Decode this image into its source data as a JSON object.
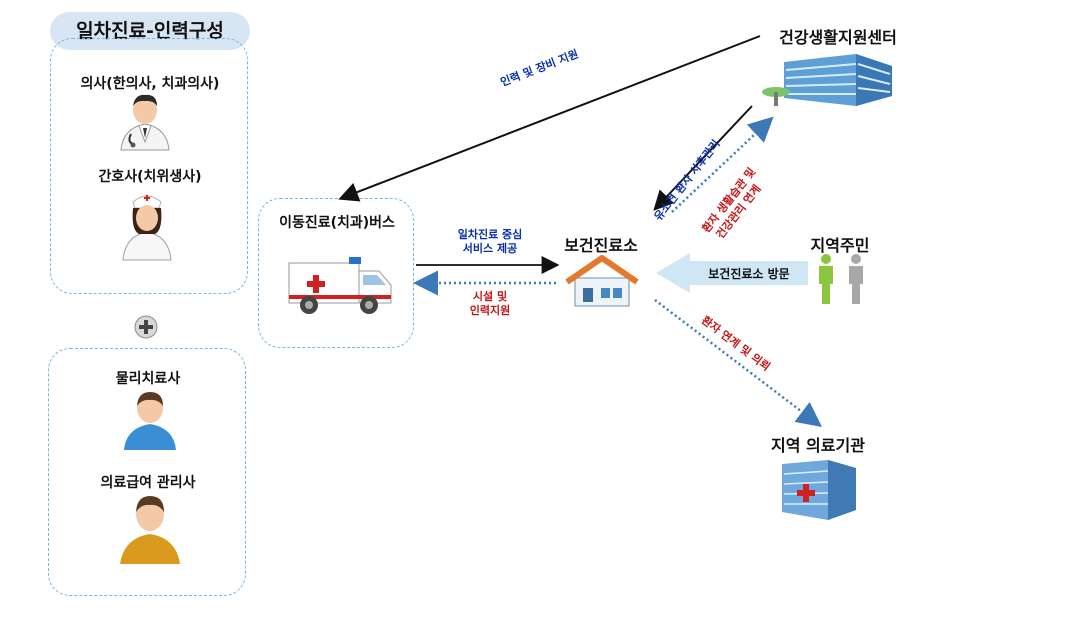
{
  "title": "일차진료-인력구성",
  "staff": {
    "doctor": "의사(한의사, 치과의사)",
    "nurse": "간호사(치위생사)",
    "therapist": "물리치료사",
    "medical_aid": "의료급여 관리사"
  },
  "plus_symbol": "+",
  "nodes": {
    "mobile_bus": "이동진료(치과)버스",
    "health_center": "보건진료소",
    "wellness_center": "건강생활지원센터",
    "residents": "지역주민",
    "medical_institution": "지역 의료기관"
  },
  "edges": {
    "staff_equipment": "인력 및 장비 지원",
    "primary_service_line1": "일차진료 중심",
    "primary_service_line2": "서비스 제공",
    "facility_line1": "시설 및",
    "facility_line2": "인력지원",
    "followup": "유소견 환자 사후관리",
    "lifestyle_line1": "환자 생활습관 및",
    "lifestyle_line2": "건강관리 연계",
    "visit": "보건진료소 방문",
    "referral": "환자 연계 및 의뢰"
  },
  "colors": {
    "dash_border": "#7fb5dc",
    "blue_text": "#0b2fa8",
    "red_text": "#c41414",
    "visit_arrow": "#cfe6f4"
  }
}
